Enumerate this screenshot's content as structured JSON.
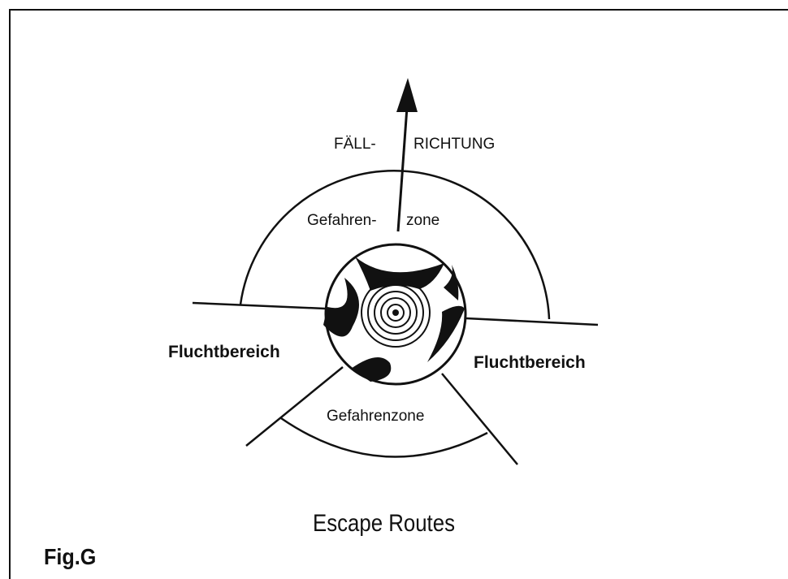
{
  "labels": {
    "direction_left": "FÄLL-",
    "direction_right": "RICHTUNG",
    "danger_zone_top_left": "Gefahren-",
    "danger_zone_top_right": "zone",
    "escape_left": "Fluchtbereich",
    "escape_right": "Fluchtbereich",
    "danger_zone_bottom": "Gefahrenzone"
  },
  "caption": "Escape Routes",
  "figure_label": "Fig.G",
  "icons": {
    "tree": "tree-stump-icon",
    "arrow": "felling-direction-arrow-icon"
  }
}
